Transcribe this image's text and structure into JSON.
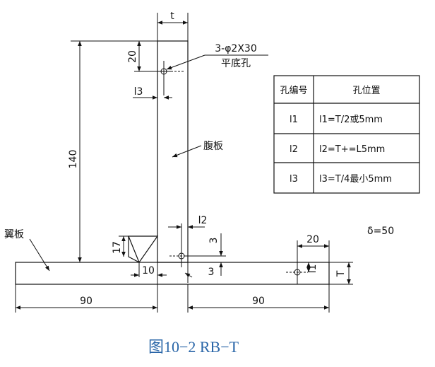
{
  "labels": {
    "thickness": "t",
    "hole_spec_line1": "3-φ2X30",
    "hole_spec_line2": "平底孔",
    "web": "腹板",
    "flange": "翼板",
    "delta": "δ=50"
  },
  "dimensions": {
    "top_20": "20",
    "height_140": "140",
    "l3": "l3",
    "l2": "l2",
    "fillet_17": "17",
    "fillet_10": "10",
    "hole_3_upper": "3",
    "hole_3_lower": "3",
    "right_20": "20",
    "l1": "l1",
    "T": "T",
    "left_90": "90",
    "right_90": "90"
  },
  "table": {
    "header": [
      "孔编号",
      "孔位置"
    ],
    "rows": [
      [
        "l1",
        "l1=T/2或5mm"
      ],
      [
        "l2",
        "l2=T+=L5mm"
      ],
      [
        "l3",
        "l3=T/4最小5mm"
      ]
    ]
  },
  "caption": "图10−2    RB−T"
}
